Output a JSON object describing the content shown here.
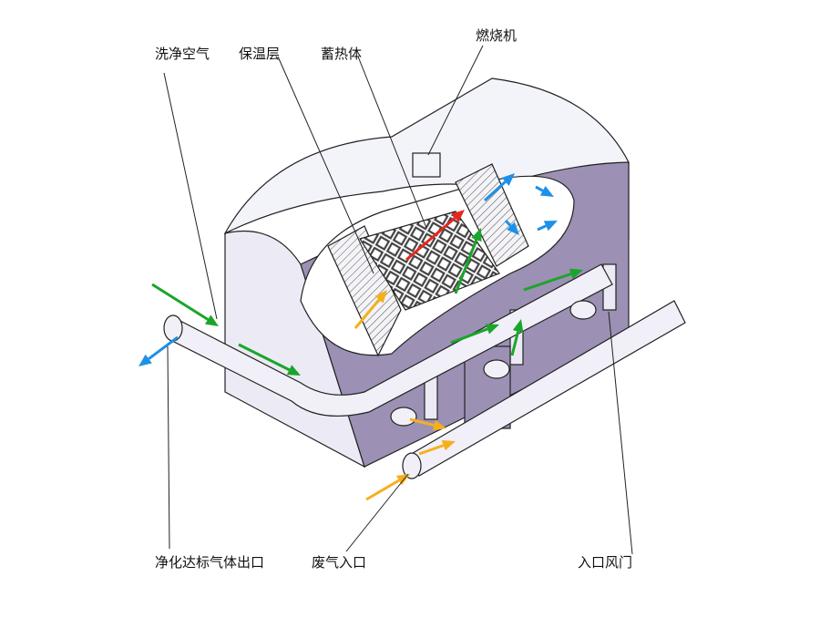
{
  "labels": {
    "clean_air": "洗净空气",
    "insulation": "保温层",
    "heat_storage": "蓄热体",
    "burner": "燃烧机",
    "purified_outlet": "净化达标气体出口",
    "waste_inlet": "废气入口",
    "inlet_damper": "入口风门"
  },
  "colors": {
    "arrow_green": "#1aa52a",
    "arrow_orange": "#f5b01e",
    "arrow_blue": "#1e90e8",
    "arrow_red": "#e8261c",
    "housing_face": "#eeeef7",
    "housing_side": "#9a8fb0",
    "ceramic_grid": "#4a4a4a",
    "outline": "#222222"
  }
}
